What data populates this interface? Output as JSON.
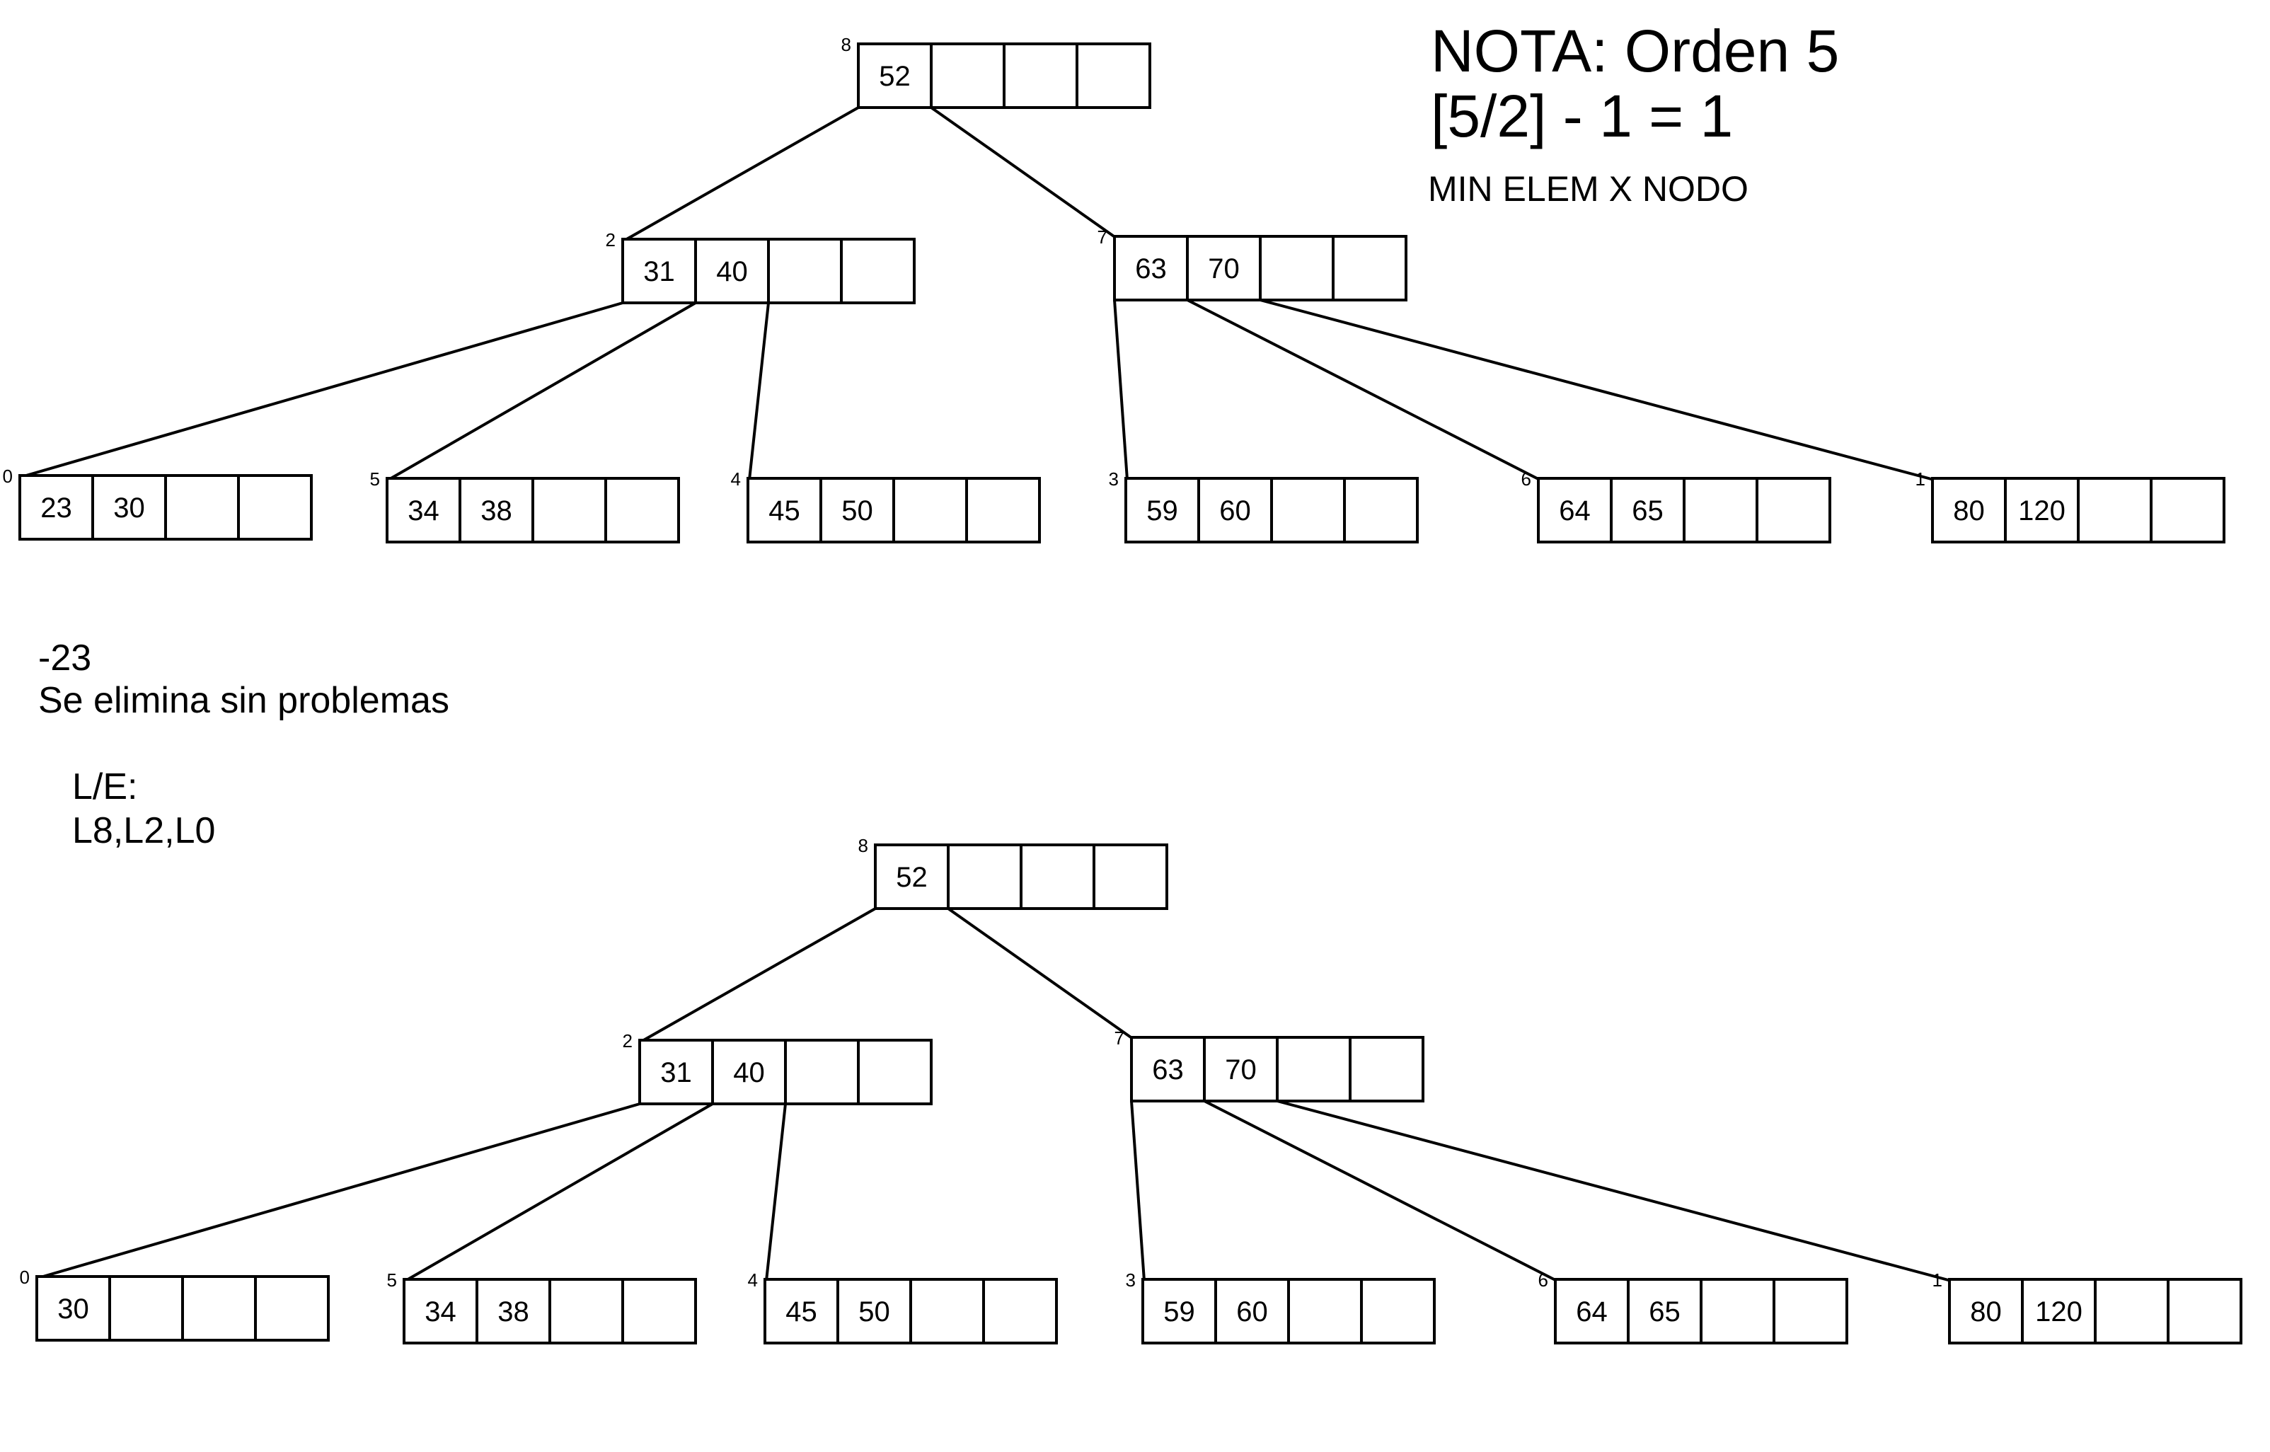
{
  "note": {
    "line1": "NOTA: Orden 5",
    "line2": "[5/2] - 1 = 1",
    "line3": "MIN ELEM X NODO"
  },
  "operation": {
    "deleted": "-23",
    "result": "Se elimina sin problemas"
  },
  "access_log": {
    "label": "L/E:",
    "sequence": "L8,L2,L0"
  },
  "trees": [
    {
      "nodes": [
        {
          "id": "8",
          "keys": [
            "52"
          ]
        },
        {
          "id": "2",
          "keys": [
            "31",
            "40"
          ]
        },
        {
          "id": "7",
          "keys": [
            "63",
            "70"
          ]
        },
        {
          "id": "0",
          "keys": [
            "23",
            "30"
          ]
        },
        {
          "id": "5",
          "keys": [
            "34",
            "38"
          ]
        },
        {
          "id": "4",
          "keys": [
            "45",
            "50"
          ]
        },
        {
          "id": "3",
          "keys": [
            "59",
            "60"
          ]
        },
        {
          "id": "6",
          "keys": [
            "64",
            "65"
          ]
        },
        {
          "id": "1",
          "keys": [
            "80",
            "120"
          ]
        }
      ]
    },
    {
      "nodes": [
        {
          "id": "8",
          "keys": [
            "52"
          ]
        },
        {
          "id": "2",
          "keys": [
            "31",
            "40"
          ]
        },
        {
          "id": "7",
          "keys": [
            "63",
            "70"
          ]
        },
        {
          "id": "0",
          "keys": [
            "30"
          ]
        },
        {
          "id": "5",
          "keys": [
            "34",
            "38"
          ]
        },
        {
          "id": "4",
          "keys": [
            "45",
            "50"
          ]
        },
        {
          "id": "3",
          "keys": [
            "59",
            "60"
          ]
        },
        {
          "id": "6",
          "keys": [
            "64",
            "65"
          ]
        },
        {
          "id": "1",
          "keys": [
            "80",
            "120"
          ]
        }
      ]
    }
  ]
}
